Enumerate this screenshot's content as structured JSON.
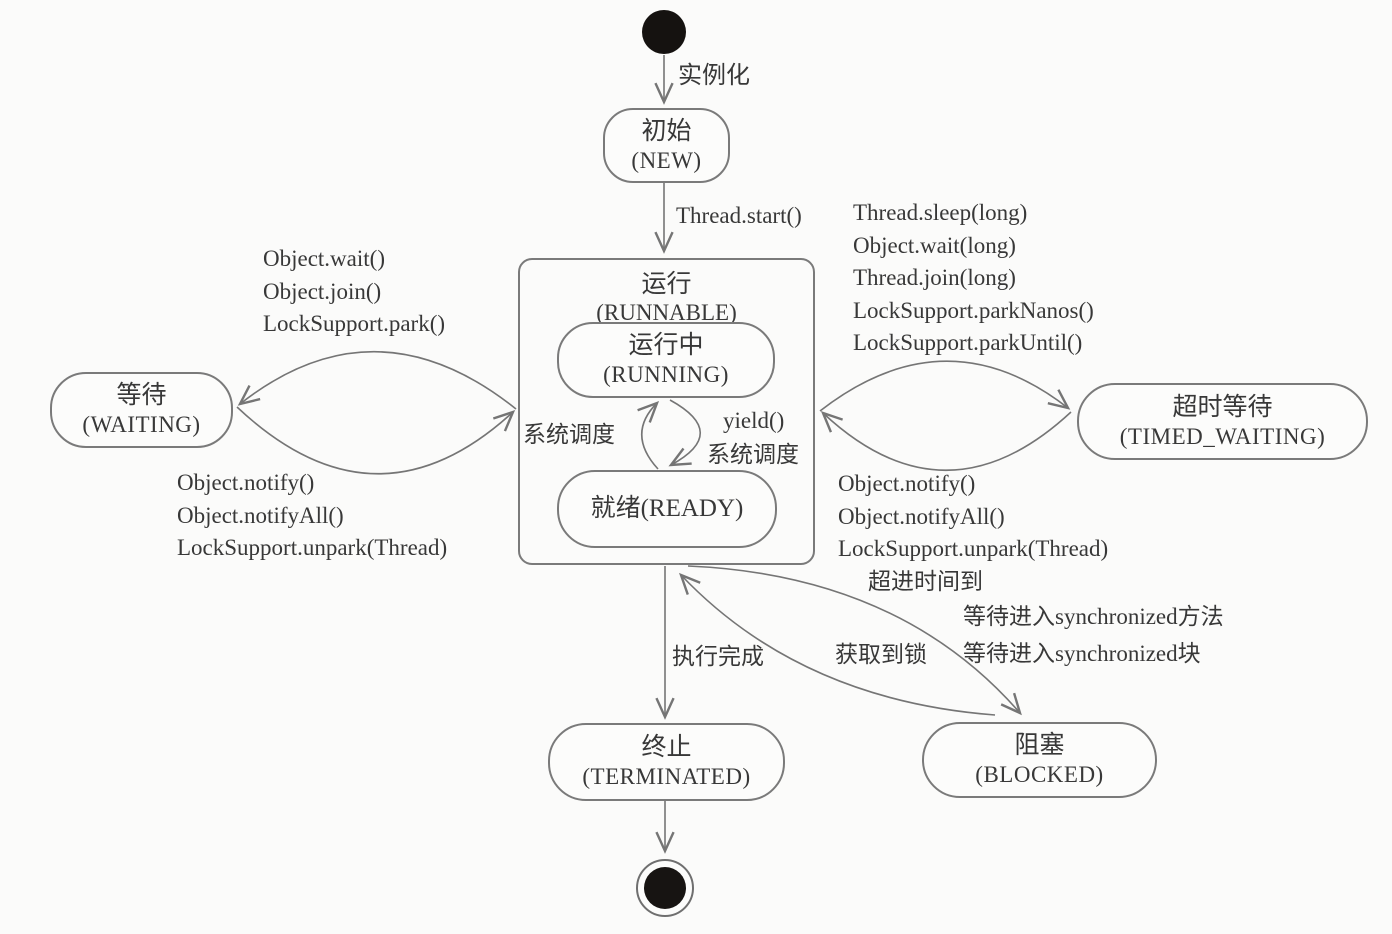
{
  "states": {
    "new": {
      "name": "初始",
      "code": "(NEW)"
    },
    "runnable": {
      "name": "运行",
      "code": "(RUNNABLE)"
    },
    "running": {
      "name": "运行中",
      "code": "(RUNNING)"
    },
    "ready": {
      "label": "就绪(READY)"
    },
    "waiting": {
      "name": "等待",
      "code": "(WAITING)"
    },
    "timed_waiting": {
      "name": "超时等待",
      "code": "(TIMED_WAITING)"
    },
    "terminated": {
      "name": "终止",
      "code": "(TERMINATED)"
    },
    "blocked": {
      "name": "阻塞",
      "code": "(BLOCKED)"
    }
  },
  "edges": {
    "instantiate": "实例化",
    "start": "Thread.start()",
    "to_waiting": [
      "Object.wait()",
      "Object.join()",
      "LockSupport.park()"
    ],
    "from_waiting": [
      "Object.notify()",
      "Object.notifyAll()",
      "LockSupport.unpark(Thread)"
    ],
    "to_timed_waiting": [
      "Thread.sleep(long)",
      "Object.wait(long)",
      "Thread.join(long)",
      "LockSupport.parkNanos()",
      "LockSupport.parkUntil()"
    ],
    "from_timed_waiting": [
      "Object.notify()",
      "Object.notifyAll()",
      "LockSupport.unpark(Thread)",
      "超进时间到"
    ],
    "scheduler_left": "系统调度",
    "yield": "yield()",
    "scheduler_right": "系统调度",
    "execution_complete": "执行完成",
    "acquire_lock": "获取到锁",
    "to_blocked": [
      "等待进入synchronized方法",
      "等待进入synchronized块"
    ]
  },
  "colors": {
    "background": "#fbfbfa",
    "line": "#757575",
    "text": "#383838",
    "initial_final_fill": "#151210"
  }
}
